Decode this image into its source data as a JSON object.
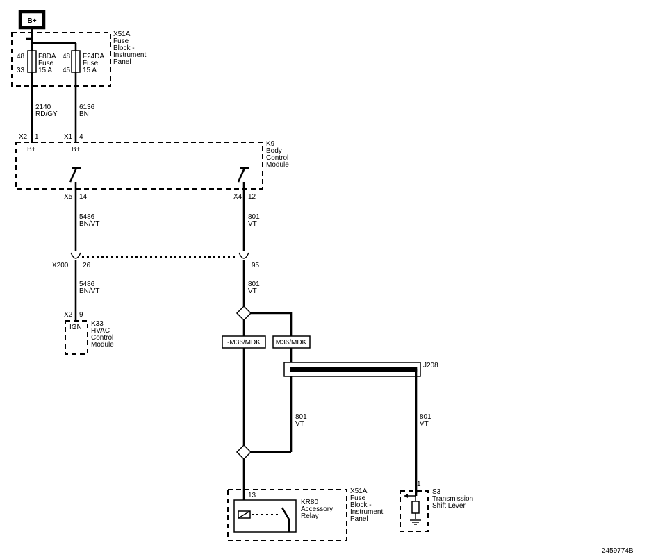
{
  "power": {
    "label": "B+"
  },
  "fuse_block_top": {
    "lines": [
      "X51A",
      "Fuse",
      "Block -",
      "Instrument",
      "Panel"
    ]
  },
  "fuses": [
    {
      "name_lines": [
        "F8DA",
        "Fuse",
        "15 A"
      ],
      "pin_in": "48",
      "pin_out": "33"
    },
    {
      "name_lines": [
        "F24DA",
        "Fuse",
        "15 A"
      ],
      "pin_in": "48",
      "pin_out": "45"
    }
  ],
  "wires": {
    "w1": {
      "circuit": "2140",
      "color": "RD/GY"
    },
    "w2": {
      "circuit": "6136",
      "color": "BN"
    },
    "w3": {
      "circuit": "5486",
      "color": "BN/VT"
    },
    "w4": {
      "circuit": "801",
      "color": "VT"
    },
    "w5": {
      "circuit": "5486",
      "color": "BN/VT"
    },
    "w6": {
      "circuit": "801",
      "color": "VT"
    },
    "w7": {
      "circuit": "801",
      "color": "VT"
    },
    "w8": {
      "circuit": "801",
      "color": "VT"
    }
  },
  "bcm": {
    "lines": [
      "K9",
      "Body",
      "Control",
      "Module"
    ],
    "in_left": {
      "connector": "X2",
      "pin": "1",
      "label": "B+"
    },
    "in_right": {
      "connector": "X1",
      "pin": "4",
      "label": "B+"
    },
    "out_left": {
      "connector": "X5",
      "pin": "14"
    },
    "out_right": {
      "connector": "X4",
      "pin": "12"
    }
  },
  "inline_connector": {
    "name": "X200",
    "pin_left": "26",
    "pin_right": "95"
  },
  "hvac": {
    "connector": "X2",
    "pin": "9",
    "pin_label": "IGN",
    "lines": [
      "K33",
      "HVAC",
      "Control",
      "Module"
    ]
  },
  "options": {
    "left": "-M36/MDK",
    "right": "M36/MDK"
  },
  "splice": {
    "name": "J208"
  },
  "relay_block": {
    "pin": "13",
    "relay_lines": [
      "KR80",
      "Accessory",
      "Relay"
    ],
    "block_lines": [
      "X51A",
      "Fuse",
      "Block -",
      "Instrument",
      "Panel"
    ]
  },
  "shift_lever": {
    "pin": "1",
    "lines": [
      "S3",
      "Transmission",
      "Shift Lever"
    ]
  },
  "figure_id": "2459774B"
}
